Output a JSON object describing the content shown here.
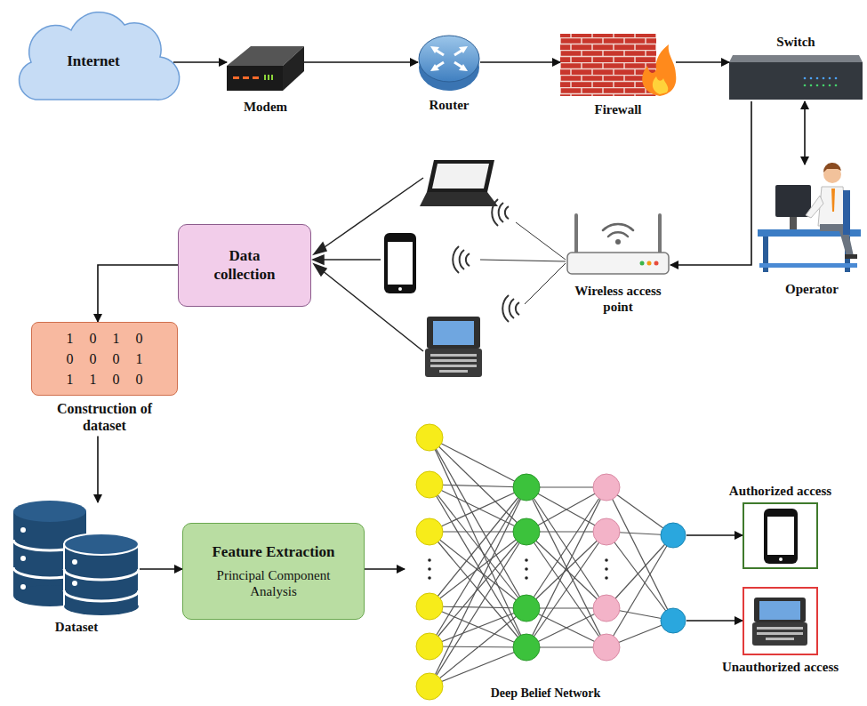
{
  "diagram": {
    "nodes": [
      {
        "text": [
          "Internet"
        ]
      },
      {
        "text": [
          "Modem"
        ]
      },
      {
        "text": [
          "Router"
        ]
      },
      {
        "text": [
          "Firewall"
        ]
      },
      {
        "text": [
          "Switch"
        ]
      },
      {
        "text": [
          "Operator"
        ]
      },
      {
        "text": [
          "Wireless access point"
        ]
      },
      {
        "text": [
          "Data collection"
        ]
      },
      {
        "text": [
          "1 0 1 0",
          "0 0 0 1",
          "1 1 0 0",
          "Construction of dataset"
        ]
      },
      {
        "text": [
          "Dataset"
        ]
      },
      {
        "text": [
          "Feature Extraction",
          "Principal Component Analysis"
        ]
      },
      {
        "text": [
          "Deep Belief Network"
        ]
      },
      {
        "text": [
          "Authorized access"
        ]
      },
      {
        "text": [
          "Unauthorized access"
        ]
      }
    ],
    "edges": [
      {
        "from": 0,
        "to": 1,
        "arrow": "to"
      },
      {
        "from": 1,
        "to": 2,
        "arrow": "to"
      },
      {
        "from": 2,
        "to": 3,
        "arrow": "to"
      },
      {
        "from": 3,
        "to": 4,
        "arrow": "to"
      },
      {
        "from": 4,
        "to": 5,
        "arrow": "both"
      },
      {
        "from": 4,
        "to": 6,
        "arrow": "to"
      },
      {
        "from": 7,
        "to": 8,
        "arrow": "to"
      },
      {
        "from": 8,
        "to": 9,
        "arrow": "to"
      },
      {
        "from": 9,
        "to": 10,
        "arrow": "to"
      },
      {
        "from": 10,
        "to": 11,
        "arrow": "to"
      },
      {
        "from": 11,
        "to": 12,
        "arrow": "to"
      },
      {
        "from": 11,
        "to": 13,
        "arrow": "to"
      }
    ]
  }
}
